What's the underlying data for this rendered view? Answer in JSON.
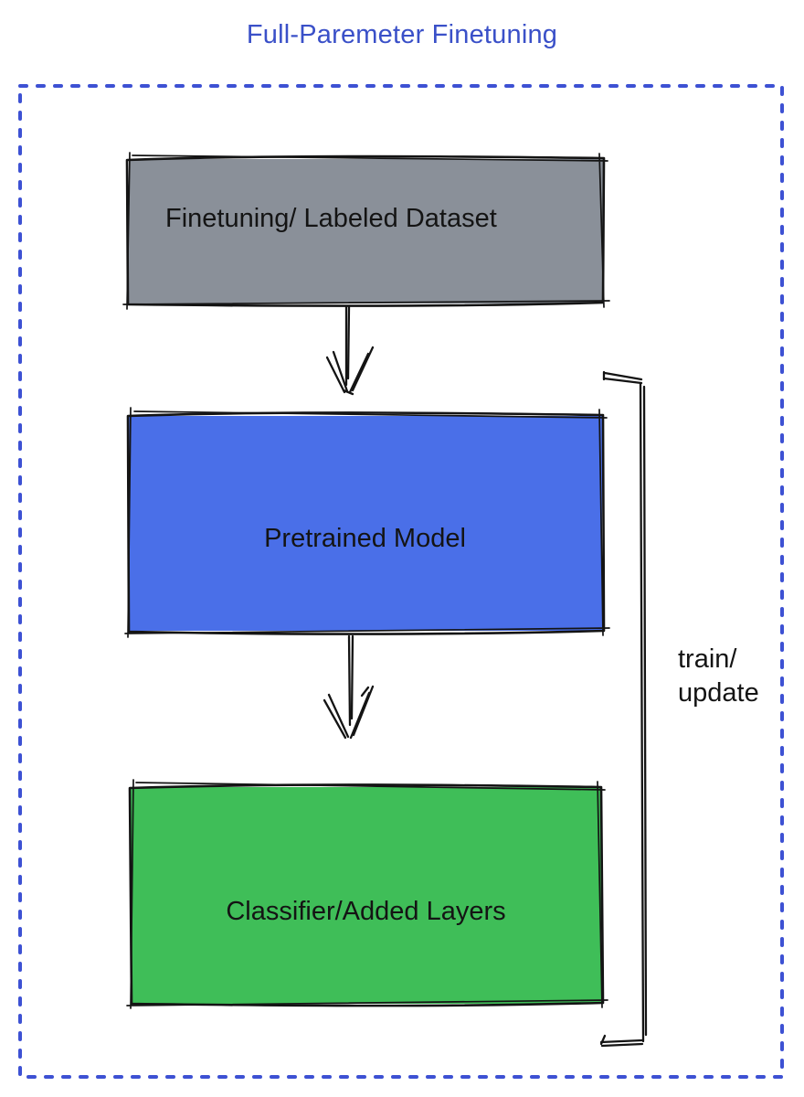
{
  "page": {
    "title": "Full-Paremeter Finetuning"
  },
  "nodes": {
    "dataset": {
      "label": "Finetuning/ Labeled Dataset"
    },
    "pretrained": {
      "label": "Pretrained Model"
    },
    "classifier": {
      "label": "Classifier/Added Layers"
    }
  },
  "annotations": {
    "bracket_line1": "train/",
    "bracket_line2": "update"
  },
  "colors": {
    "title_text": "#3a50c8",
    "dashed_border": "#3d51d3",
    "dataset_fill": "#8a9099",
    "pretrained_fill": "#4a6fe8",
    "classifier_fill": "#3fbe58",
    "ink": "#141414"
  }
}
